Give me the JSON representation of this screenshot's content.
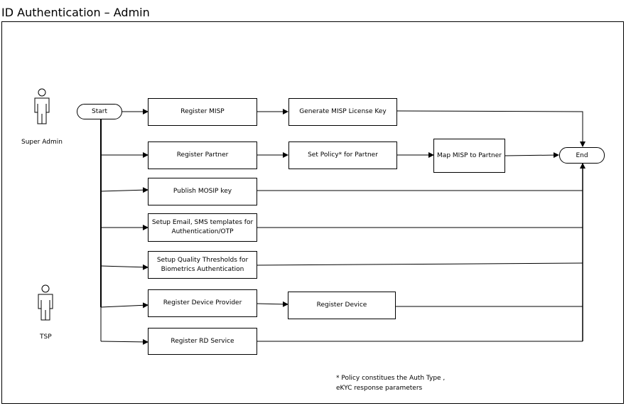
{
  "title": "ID Authentication – Admin",
  "actors": {
    "super_admin": "Super Admin",
    "tsp": "TSP"
  },
  "nodes": {
    "start": "Start",
    "end": "End",
    "register_misp": "Register MISP",
    "generate_misp_license_key": "Generate MISP License Key",
    "register_partner": "Register Partner",
    "set_policy": "Set Policy* for Partner",
    "map_misp_to_partner": "Map MISP to Partner",
    "publish_mosip_key": "Publish MOSIP key",
    "setup_templates": "Setup Email, SMS templates for\nAuthentication/OTP",
    "setup_quality_thresholds": "Setup Quality Thresholds for\nBiometrics Authentication",
    "register_device_provider": "Register Device Provider",
    "register_device": "Register Device",
    "register_rd_service": "Register RD Service"
  },
  "footnote": "* Policy constitues the Auth Type ,\neKYC response parameters",
  "colors": {
    "line": "#000000",
    "background": "#ffffff"
  },
  "icons": {
    "actor": "person-icon"
  }
}
